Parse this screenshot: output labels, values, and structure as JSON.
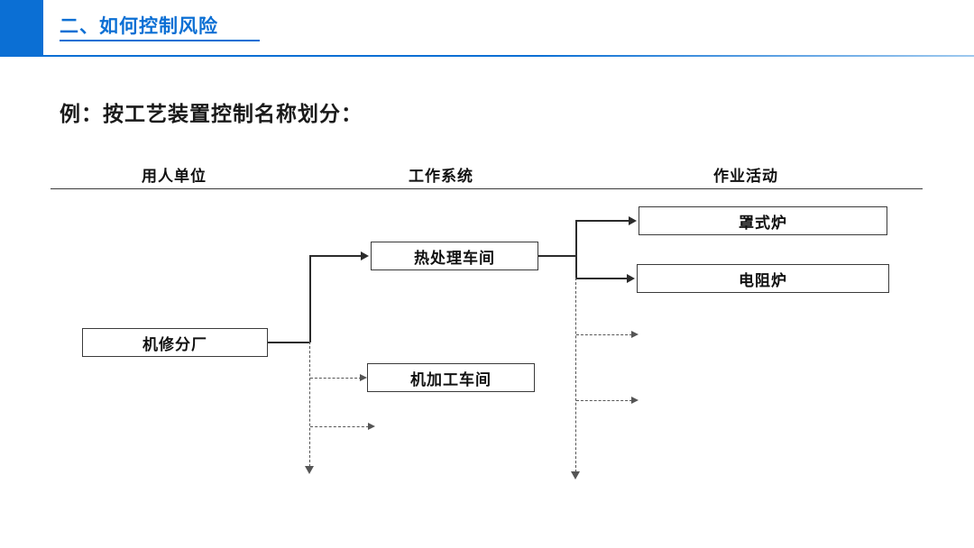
{
  "header": {
    "title": "二、如何控制风险",
    "accent_color": "#0b6fd4"
  },
  "subtitle": "例：按工艺装置控制名称划分：",
  "columns": [
    {
      "label": "用人单位"
    },
    {
      "label": "工作系统"
    },
    {
      "label": "作业活动"
    }
  ],
  "diagram": {
    "type": "flowchart",
    "nodes": [
      {
        "id": "jxfc",
        "label": "机修分厂",
        "column": 0
      },
      {
        "id": "rclcj",
        "label": "热处理车间",
        "column": 1
      },
      {
        "id": "jjgcj",
        "label": "机加工车间",
        "column": 1
      },
      {
        "id": "zsl",
        "label": "罩式炉",
        "column": 2
      },
      {
        "id": "dzl",
        "label": "电阻炉",
        "column": 2
      }
    ],
    "edges": [
      {
        "from": "jxfc",
        "to": "rclcj",
        "style": "solid"
      },
      {
        "from": "jxfc",
        "to": "jjgcj",
        "style": "dashed"
      },
      {
        "from": "jxfc",
        "to": "",
        "style": "dashed"
      },
      {
        "from": "rclcj",
        "to": "zsl",
        "style": "solid"
      },
      {
        "from": "rclcj",
        "to": "dzl",
        "style": "solid"
      },
      {
        "from": "rclcj",
        "to": "",
        "style": "dashed"
      },
      {
        "from": "rclcj",
        "to": "",
        "style": "dashed"
      }
    ],
    "line_color": "#2b2b2b",
    "dashed_color": "#555555",
    "box_border_color": "#3a3a3a"
  }
}
